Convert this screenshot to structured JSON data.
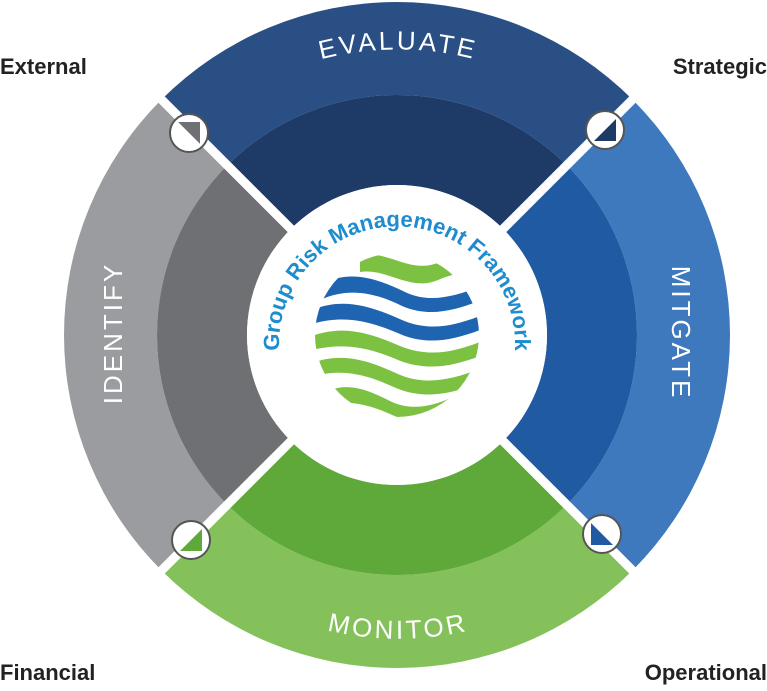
{
  "corners": {
    "top_left": "External",
    "top_right": "Strategic",
    "bottom_left": "Financial",
    "bottom_right": "Operational"
  },
  "segments": {
    "top": "EVALUATE",
    "right": "MITGATE",
    "bottom": "MONITOR",
    "left": "IDENTIFY"
  },
  "center": {
    "title": "Group Risk Management Framework"
  },
  "colors": {
    "evaluate_outer": "#2a4f84",
    "evaluate_inner": "#1e3a66",
    "mitgate_outer": "#3e79bd",
    "mitgate_inner": "#1f5aa3",
    "monitor_outer": "#84c15a",
    "monitor_inner": "#5fa83a",
    "identify_outer": "#9b9c9f",
    "identify_inner": "#6f7073",
    "title_blue": "#1e8ccf",
    "globe_blue": "#1f64b0",
    "globe_green": "#7dc142"
  }
}
